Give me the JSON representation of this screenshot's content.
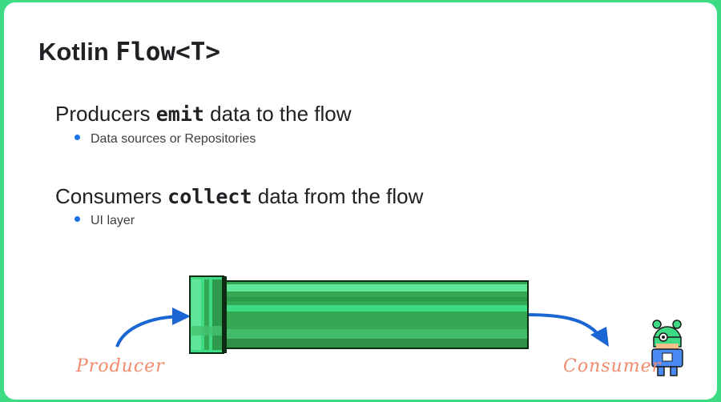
{
  "title": {
    "prefix": "Kotlin ",
    "code": "Flow<T>"
  },
  "points": [
    {
      "before": "Producers ",
      "code": "emit",
      "after": " data to the flow",
      "bullet": "Data sources or Repositories"
    },
    {
      "before": "Consumers ",
      "code": "collect",
      "after": " data from the flow",
      "bullet": "UI layer"
    }
  ],
  "diagram": {
    "producer_label": "Producer",
    "consumer_label": "Consumer",
    "pipe_color": "#34a853",
    "pipe_light_color": "#3ddc84",
    "arrow_color": "#1a66d2",
    "label_color": "#f28b6e"
  },
  "icons": [
    "android-consumer-icon"
  ]
}
